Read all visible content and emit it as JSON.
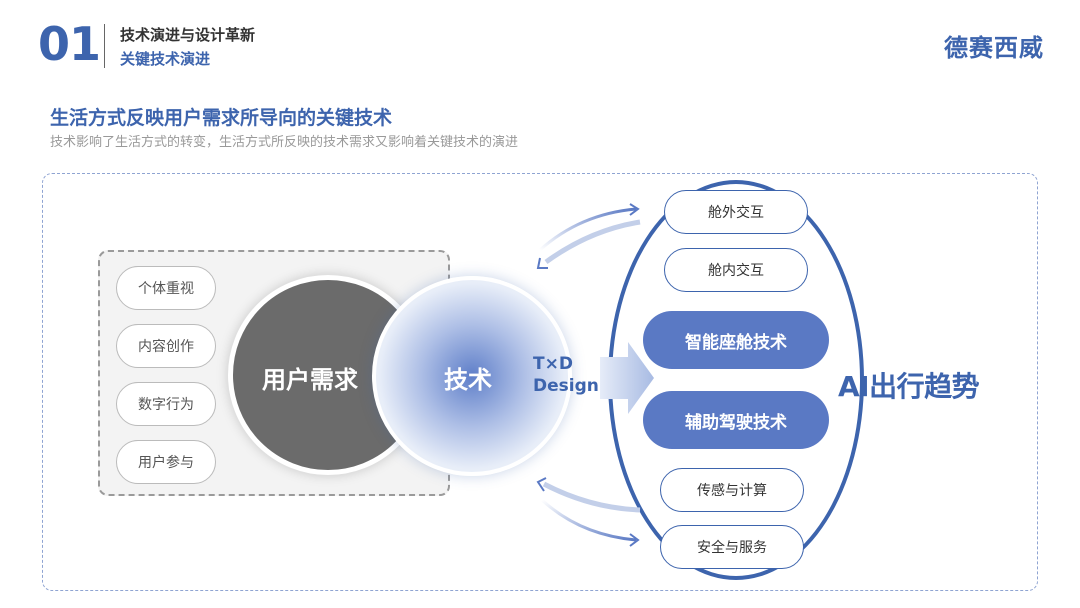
{
  "header": {
    "number": "01",
    "section_title": "技术演进与设计革新",
    "section_subtitle": "关键技术演进",
    "brand": "德赛西威"
  },
  "slide": {
    "title": "生活方式反映用户需求所导向的关键技术",
    "subtitle": "技术影响了生活方式的转变，生活方式所反映的技术需求又影响着关键技术的演进"
  },
  "diagram": {
    "user_needs_items": [
      "个体重视",
      "内容创作",
      "数字行为",
      "用户参与"
    ],
    "user_needs_label": "用户需求",
    "tech_label": "技术",
    "txd_line1": "T×D",
    "txd_line2": "Design",
    "right_items_top": [
      "舱外交互",
      "舱内交互"
    ],
    "key_tech": [
      "智能座舱技术",
      "辅助驾驶技术"
    ],
    "right_items_bottom": [
      "传感与计算",
      "安全与服务"
    ],
    "trend_label": "AI出行趋势"
  }
}
